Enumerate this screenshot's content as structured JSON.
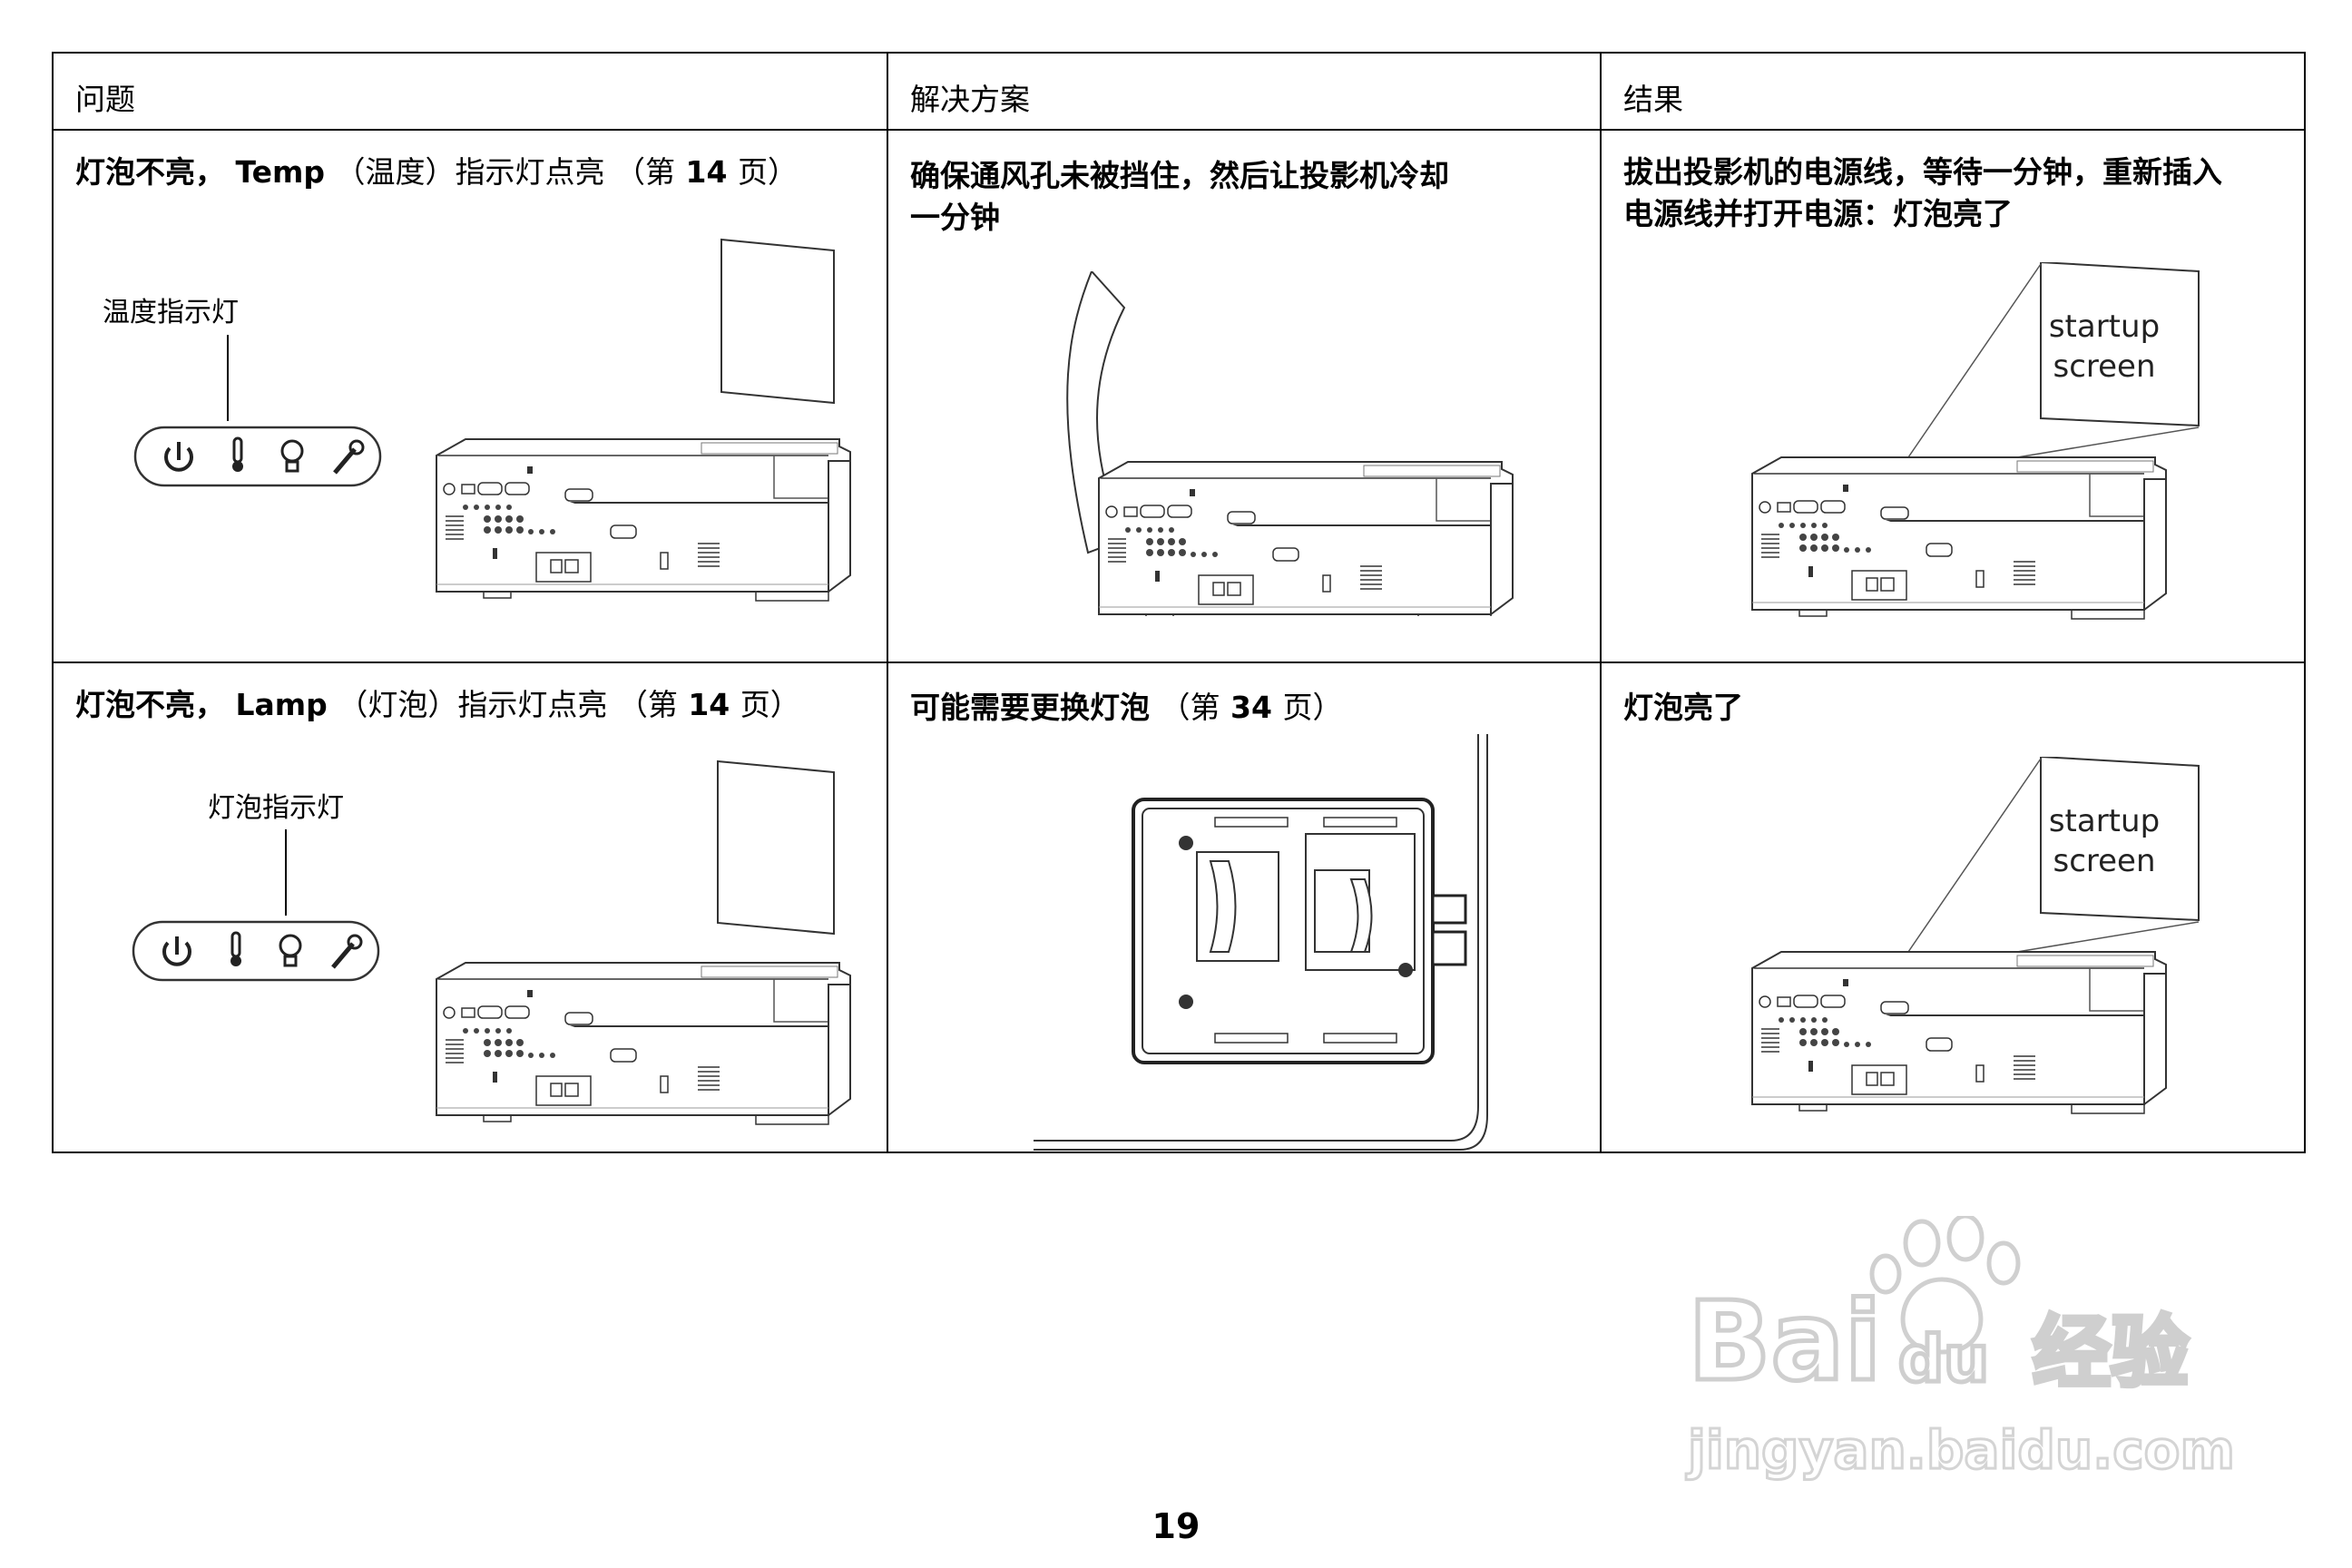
{
  "table": {
    "headers": [
      "问题",
      "解决方案",
      "结果"
    ],
    "rows": [
      {
        "problem_a": "灯泡不亮，",
        "problem_b": "Temp",
        "problem_c": "（温度）指示灯点亮",
        "problem_d": "（第",
        "problem_e": "14",
        "problem_f": "页）",
        "callout": "温度指示灯",
        "solution_line1": "确保通风孔未被挡住，然后让投影机冷却",
        "solution_line2": "一分钟",
        "result_line1": "拔出投影机的电源线，等待一分钟，重新插入",
        "result_line2": "电源线并打开电源：灯泡亮了",
        "screen_line1": "startup",
        "screen_line2": "screen"
      },
      {
        "problem_a": "灯泡不亮，",
        "problem_b": "Lamp",
        "problem_c": "（灯泡）指示灯点亮",
        "problem_d": "（第",
        "problem_e": "14",
        "problem_f": "页）",
        "callout": "灯泡指示灯",
        "solution_a": "可能需要更换灯泡",
        "solution_b": "（第",
        "solution_c": "34",
        "solution_d": "页）",
        "result_line1": "灯泡亮了",
        "screen_line1": "startup",
        "screen_line2": "screen"
      }
    ]
  },
  "icons": [
    "power-icon",
    "thermometer-icon",
    "lightbulb-icon",
    "wrench-icon"
  ],
  "page_number": "19",
  "watermark": {
    "brand_a": "Bai",
    "brand_b": "du",
    "brand_c": "经验",
    "url": "jingyan.baidu.com"
  }
}
